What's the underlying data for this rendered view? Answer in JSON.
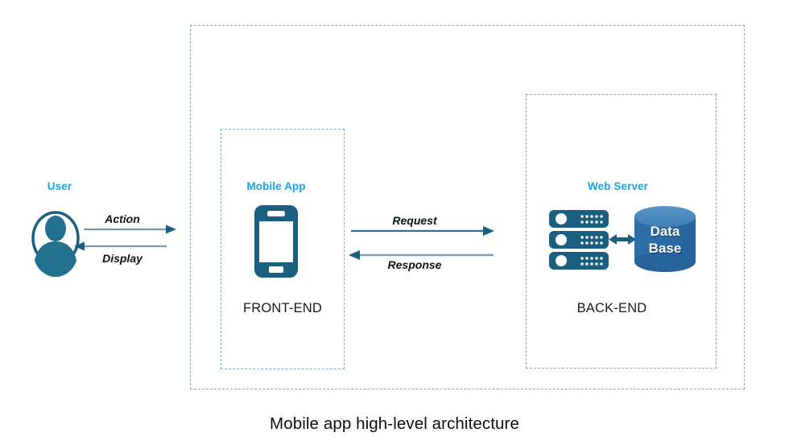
{
  "caption": "Mobile app high-level architecture",
  "colors": {
    "accent_cyan": "#14a7e8",
    "icon_teal": "#1b5f80",
    "db_blue": "#2a6ca8",
    "db_top_blue": "#4a87bd",
    "arrow_dark": "#1b5f80",
    "arrow_light": "#6f9ab2",
    "dashed_border": "#7fa8c4",
    "text_dark": "#1a1a1a",
    "background": "#ffffff"
  },
  "boundary": {
    "outer_label": "",
    "frontend": {
      "tier_label": "FRONT-END",
      "component_label": "Mobile App",
      "icon": "smartphone-icon"
    },
    "backend": {
      "tier_label": "BACK-END",
      "component_label": "Web Server",
      "server_icon": "server-stack-icon",
      "database_icon": "database-cylinder-icon",
      "database_label": "Data\nBase",
      "database_label_line1": "Data",
      "database_label_line2": "Base"
    }
  },
  "actor": {
    "label": "User",
    "icon": "user-avatar-icon"
  },
  "flows": [
    {
      "id": "action",
      "label": "Action",
      "direction": "right",
      "from": "User",
      "to": "Mobile App"
    },
    {
      "id": "display",
      "label": "Display",
      "direction": "left",
      "from": "Mobile App",
      "to": "User"
    },
    {
      "id": "request",
      "label": "Request",
      "direction": "right",
      "from": "Mobile App",
      "to": "Web Server"
    },
    {
      "id": "response",
      "label": "Response",
      "direction": "left",
      "from": "Web Server",
      "to": "Mobile App"
    },
    {
      "id": "db-link",
      "label": "",
      "direction": "both",
      "from": "Web Server",
      "to": "Data Base"
    }
  ]
}
